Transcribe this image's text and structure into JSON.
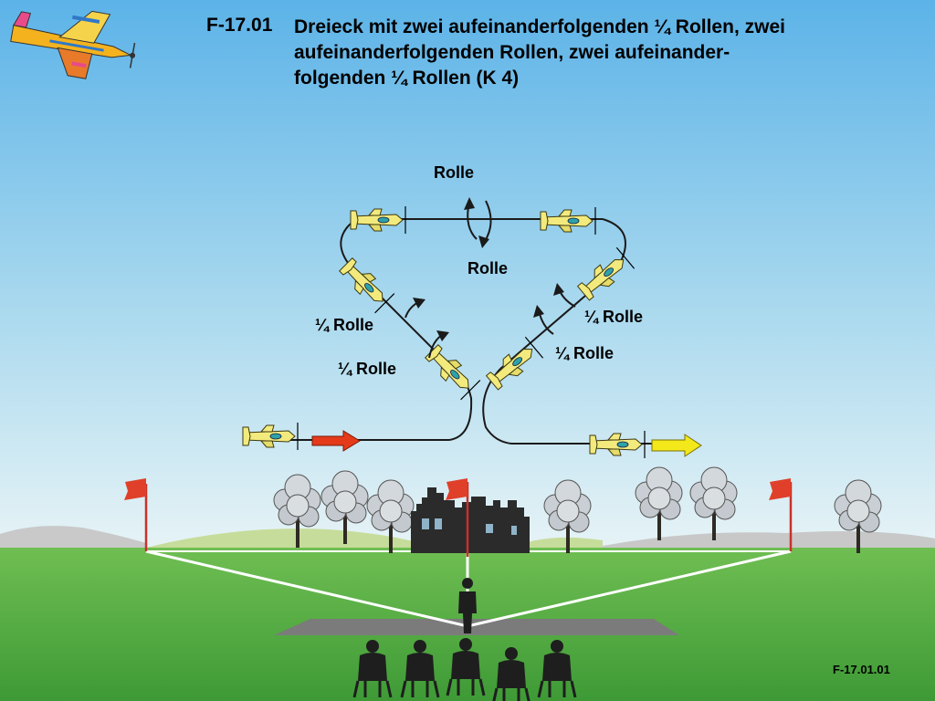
{
  "title": {
    "code": "F-17.01",
    "lines": [
      "Dreieck mit zwei aufeinanderfolgenden ¼ Rollen, zwei",
      "aufeinanderfolgenden Rollen, zwei aufeinander-",
      "folgenden ¼ Rollen (K 4)"
    ]
  },
  "labels": {
    "roll_top": "Rolle",
    "roll_mid": "Rolle",
    "quarter_left_upper": "¼ Rolle",
    "quarter_left_lower": "¼ Rolle",
    "quarter_right_upper": "¼ Rolle",
    "quarter_right_lower": "¼ Rolle"
  },
  "figure_code": "F-17.01.01",
  "colors": {
    "sky_top": "#5fb4e8",
    "sky_bottom": "#d8ecf4",
    "grass": "#5cae45",
    "entry_arrow": "#e53a1a",
    "exit_arrow": "#f2e81a",
    "aircraft": "#f3ea7e",
    "flag": "#e0402a"
  },
  "icons": [
    "logo-aircraft-icon",
    "aircraft-icon",
    "flag-icon",
    "tree-icon",
    "castle-icon",
    "pilot-icon",
    "spectator-icon"
  ]
}
